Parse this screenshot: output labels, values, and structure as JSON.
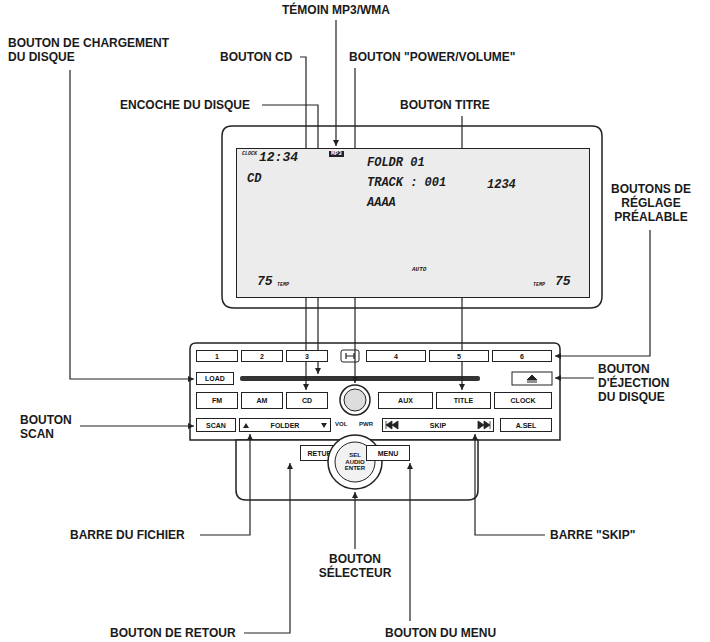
{
  "diagram": {
    "nodes": [
      {
        "text": [
          "CLOCK",
          "12:34",
          "CD",
          "75",
          "TEMP",
          "MP3",
          "FOLDR 01",
          "TRACK : 001",
          "AAAA",
          "1234",
          "AUTO",
          "TEMP",
          "75"
        ]
      },
      {
        "text": [
          "1"
        ]
      },
      {
        "text": [
          "2"
        ]
      },
      {
        "text": [
          "3"
        ]
      },
      {
        "text": [
          "4"
        ]
      },
      {
        "text": [
          "5"
        ]
      },
      {
        "text": [
          "6"
        ]
      },
      {
        "text": [
          "LOAD"
        ]
      },
      {
        "text": [
          "FM"
        ]
      },
      {
        "text": [
          "AM"
        ]
      },
      {
        "text": [
          "CD"
        ]
      },
      {
        "text": [
          "AUX"
        ]
      },
      {
        "text": [
          "TITLE"
        ]
      },
      {
        "text": [
          "CLOCK"
        ]
      },
      {
        "text": [
          "SCAN"
        ]
      },
      {
        "text": [
          "FOLDER"
        ]
      },
      {
        "text": [
          "SKIP"
        ]
      },
      {
        "text": [
          "A.SEL"
        ]
      },
      {
        "text": [
          "RETURN"
        ]
      },
      {
        "text": [
          "SEL AUDIO ENTER"
        ]
      },
      {
        "text": [
          "MENU"
        ]
      }
    ],
    "labels": [
      "TÉMOIN MP3/WMA",
      "BOUTON DE CHARGEMENT DU DISQUE",
      "BOUTON CD",
      "BOUTON \"POWER/VOLUME\"",
      "ENCOCHE DU DISQUE",
      "BOUTON TITRE",
      "BOUTONS DE RÉGLAGE PRÉALABLE",
      "BOUTON D'ÉJECTION DU DISQUE",
      "BOUTON SCAN",
      "BARRE DU FICHIER",
      "BARRE \"SKIP\"",
      "BOUTON SÉLECTEUR",
      "BOUTON DE RETOUR",
      "BOUTON DU MENU",
      "VOL",
      "PWR"
    ]
  }
}
